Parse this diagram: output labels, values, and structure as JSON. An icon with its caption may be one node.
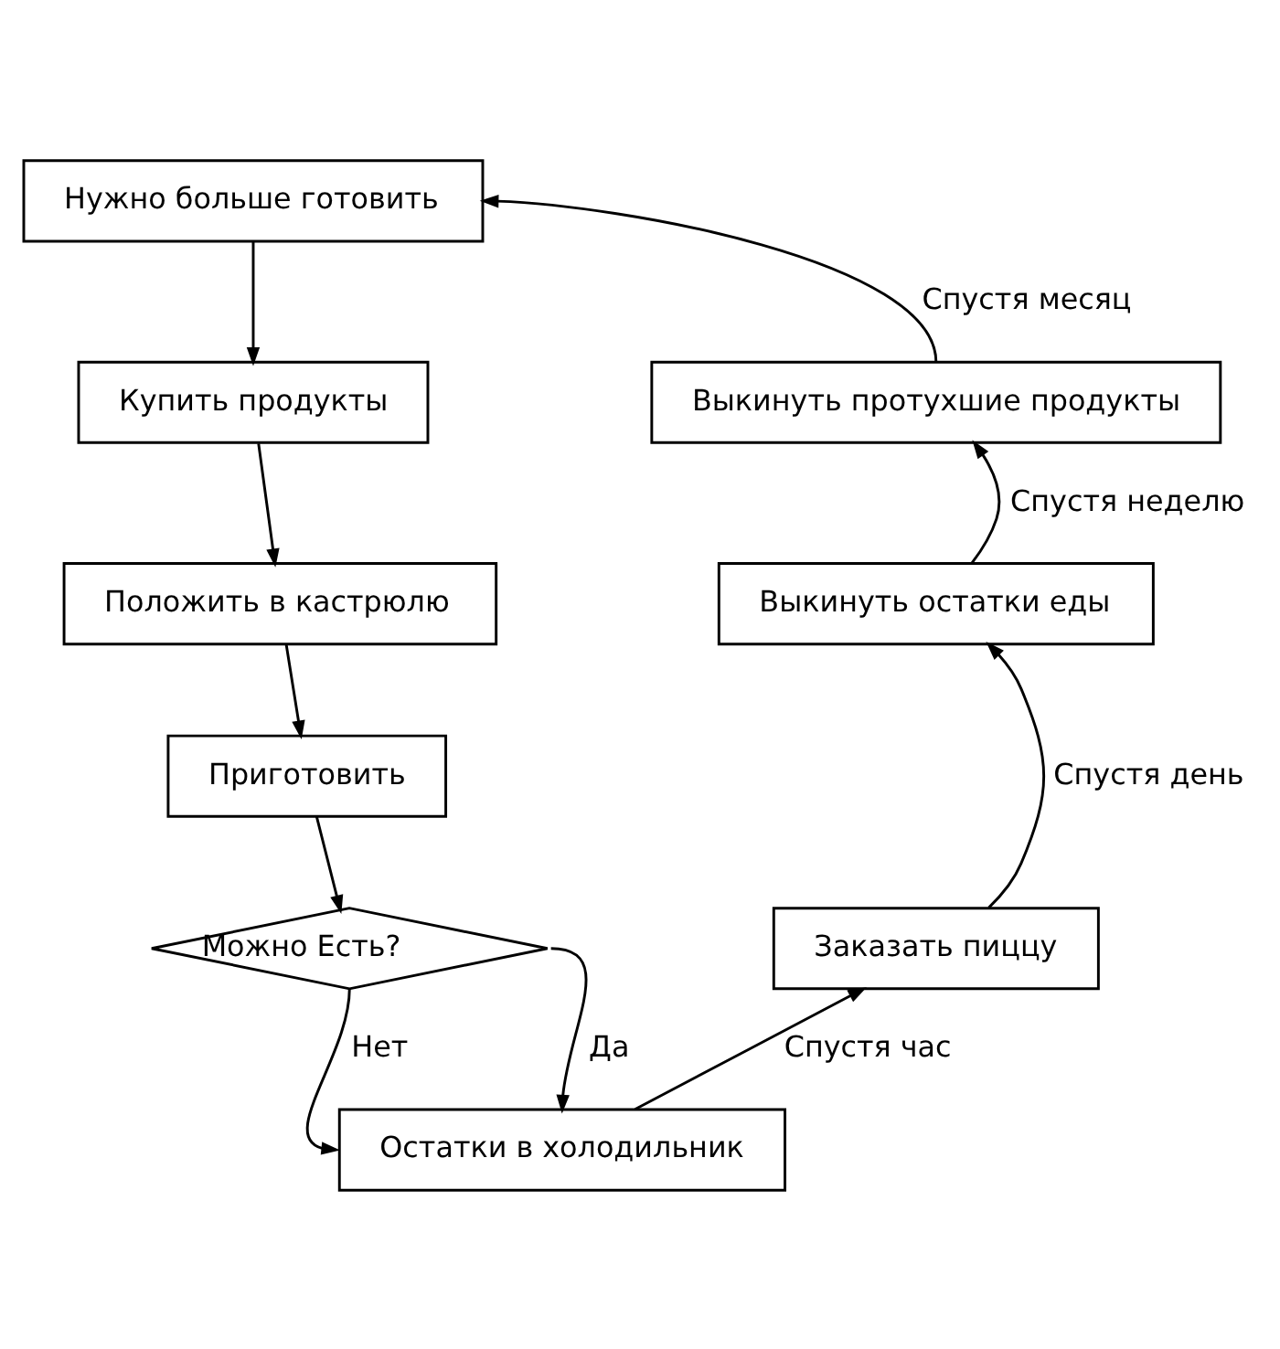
{
  "diagram": {
    "nodes": [
      {
        "text": [
          "Нужно больше готовить"
        ]
      },
      {
        "text": [
          "Купить продукты"
        ]
      },
      {
        "text": [
          "Положить в кастрюлю"
        ]
      },
      {
        "text": [
          "Приготовить"
        ]
      },
      {
        "text": [
          "Можно Есть?"
        ]
      },
      {
        "text": [
          "Остатки в холодильник"
        ]
      },
      {
        "text": [
          "Заказать пиццу"
        ]
      },
      {
        "text": [
          "Выкинуть остатки еды"
        ]
      },
      {
        "text": [
          "Выкинуть протухшие продукты"
        ]
      }
    ],
    "edges": [
      {
        "from": 0,
        "to": 1,
        "arrow": "to"
      },
      {
        "from": 1,
        "to": 2,
        "arrow": "to"
      },
      {
        "from": 2,
        "to": 3,
        "arrow": "to"
      },
      {
        "from": 3,
        "to": 4,
        "arrow": "to"
      },
      {
        "from": 4,
        "to": 5,
        "arrow": "to",
        "label": "Да"
      },
      {
        "from": 4,
        "to": 5,
        "arrow": "to",
        "label": "Нет"
      },
      {
        "from": 5,
        "to": 6,
        "arrow": "to",
        "label": "Спустя час"
      },
      {
        "from": 6,
        "to": 7,
        "arrow": "to",
        "label": "Спустя день"
      },
      {
        "from": 7,
        "to": 8,
        "arrow": "to",
        "label": "Спустя неделю"
      },
      {
        "from": 8,
        "to": 0,
        "arrow": "to",
        "label": "Спустя месяц"
      }
    ]
  }
}
